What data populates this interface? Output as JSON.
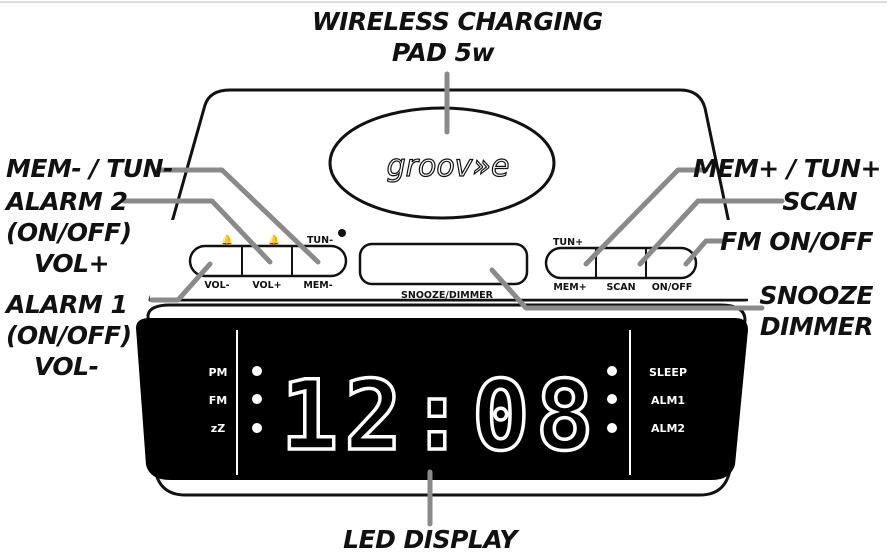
{
  "callouts": {
    "wireless_charging": [
      "WIRELESS CHARGING",
      "PAD 5w"
    ],
    "mem_minus_tun_minus": [
      "MEM- / TUN-"
    ],
    "alarm2": [
      "ALARM 2",
      "(ON/OFF)",
      "VOL+"
    ],
    "alarm1": [
      "ALARM 1",
      "(ON/OFF)",
      "VOL-"
    ],
    "mem_plus_tun_plus": [
      "MEM+ / TUN+"
    ],
    "scan": [
      "SCAN"
    ],
    "fm_on_off": [
      "FM ON/OFF"
    ],
    "snooze_dimmer": [
      "SNOOZE",
      "DIMMER"
    ],
    "led_display": [
      "LED DISPLAY"
    ]
  },
  "device": {
    "brand_logo": "groov»e",
    "left_buttons": {
      "top_labels": [
        "🔔",
        "🔔",
        "TUN-"
      ],
      "bottom_labels": [
        "VOL-",
        "VOL+",
        "MEM-"
      ]
    },
    "snooze_label": "SNOOZE/DIMMER",
    "right_buttons": {
      "top_labels": [
        "TUN+"
      ],
      "bottom_labels": [
        "MEM+",
        "SCAN",
        "ON/OFF"
      ]
    },
    "display": {
      "time": "12:08",
      "left_indicators": [
        "PM",
        "FM",
        "zZ"
      ],
      "right_indicators": [
        "SLEEP",
        "ALM1",
        "ALM2"
      ]
    }
  },
  "colors": {
    "line": "#111111",
    "leader": "#8a8a8a",
    "display_bg": "#000000",
    "segment": "#ffffff"
  }
}
